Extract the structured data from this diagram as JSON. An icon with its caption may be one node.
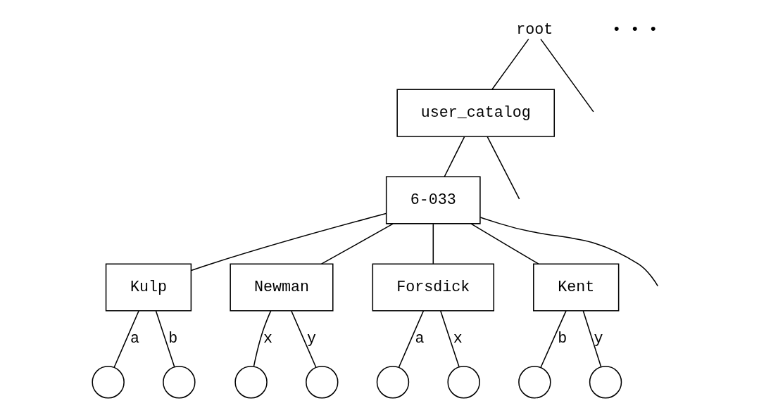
{
  "diagram": {
    "nodes": [
      {
        "text": [
          "root"
        ]
      },
      {
        "text": [
          "user_catalog"
        ]
      },
      {
        "text": [
          "6-033"
        ]
      },
      {
        "text": [
          "Kulp"
        ]
      },
      {
        "text": [
          "Newman"
        ]
      },
      {
        "text": [
          "Forsdick"
        ]
      },
      {
        "text": [
          "Kent"
        ]
      },
      {
        "text": [],
        "shape": "circle"
      },
      {
        "text": [],
        "shape": "circle"
      },
      {
        "text": [],
        "shape": "circle"
      },
      {
        "text": [],
        "shape": "circle"
      },
      {
        "text": [],
        "shape": "circle"
      },
      {
        "text": [],
        "shape": "circle"
      },
      {
        "text": [],
        "shape": "circle"
      },
      {
        "text": [],
        "shape": "circle"
      }
    ],
    "edges": [
      {
        "from": 0,
        "to": null,
        "arrow": "none"
      },
      {
        "from": 0,
        "to": 1,
        "arrow": "none"
      },
      {
        "from": 1,
        "to": 2,
        "arrow": "none"
      },
      {
        "from": 1,
        "to": null,
        "arrow": "none"
      },
      {
        "from": 2,
        "to": null,
        "arrow": "none"
      },
      {
        "from": 2,
        "to": 3,
        "arrow": "none"
      },
      {
        "from": 2,
        "to": 4,
        "arrow": "none"
      },
      {
        "from": 2,
        "to": 5,
        "arrow": "none"
      },
      {
        "from": 2,
        "to": 6,
        "arrow": "none"
      },
      {
        "from": 3,
        "to": 7,
        "label": "a",
        "arrow": "none"
      },
      {
        "from": 3,
        "to": 8,
        "label": "b",
        "arrow": "none"
      },
      {
        "from": 4,
        "to": 9,
        "label": "x",
        "arrow": "none"
      },
      {
        "from": 4,
        "to": 10,
        "label": "y",
        "arrow": "none"
      },
      {
        "from": 5,
        "to": 11,
        "label": "a",
        "arrow": "none"
      },
      {
        "from": 5,
        "to": 12,
        "label": "x",
        "arrow": "none"
      },
      {
        "from": 6,
        "to": 13,
        "label": "b",
        "arrow": "none"
      },
      {
        "from": 6,
        "to": 14,
        "label": "y",
        "arrow": "none"
      }
    ],
    "labels": [
      "• • •"
    ]
  }
}
